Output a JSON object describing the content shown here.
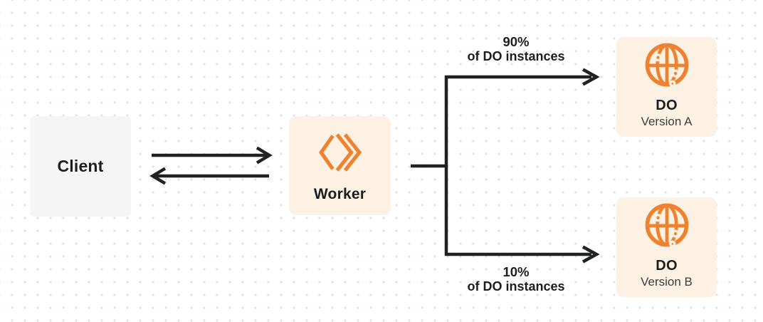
{
  "nodes": {
    "client": {
      "label": "Client"
    },
    "worker": {
      "label": "Worker",
      "icon": "cloudflare-workers-icon"
    },
    "do_a": {
      "title": "DO",
      "subtitle": "Version A",
      "icon": "durable-object-globe-icon"
    },
    "do_b": {
      "title": "DO",
      "subtitle": "Version B",
      "icon": "durable-object-globe-icon"
    }
  },
  "branches": {
    "top": {
      "percent": "90%",
      "caption": "of DO instances"
    },
    "bottom": {
      "percent": "10%",
      "caption": "of DO instances"
    }
  },
  "colors": {
    "accent_orange": "#ee8230",
    "card_cream": "#fcf1e2",
    "card_gray": "#f5f5f6",
    "connector_dark": "#202122",
    "text_primary": "#1d1d1f",
    "text_secondary": "#3d3d3f",
    "dot_grid": "#e2e2e6",
    "background": "#ffffff"
  }
}
